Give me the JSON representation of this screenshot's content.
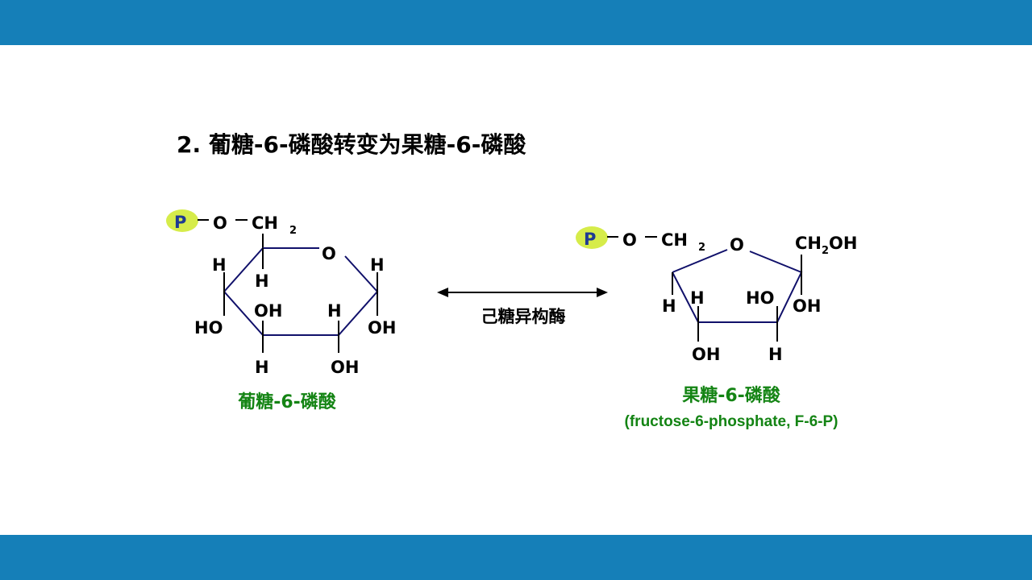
{
  "slide": {
    "title": "2.  葡糖-6-磷酸转变为果糖-6-磷酸",
    "colors": {
      "band": "#157fb8",
      "label_green": "#148414",
      "phosphate_badge": "#d6ec4a",
      "ring_line": "#10106a"
    }
  },
  "glucose": {
    "phosphate": "P",
    "o_link": "O",
    "ch2": "CH",
    "ch2_sub": "2",
    "ring_o": "O",
    "substituents": [
      "H",
      "H",
      "H",
      "HO",
      "OH",
      "H",
      "OH",
      "H",
      "OH"
    ],
    "name": "葡糖-6-磷酸"
  },
  "reaction": {
    "enzyme": "己糖异构酶",
    "arrow": "double-headed-arrow"
  },
  "fructose": {
    "phosphate": "P",
    "o_link": "O",
    "ch2": "CH",
    "ch2_sub": "2",
    "ring_o": "O",
    "c1_ch2": "CH",
    "c1_sub": "2",
    "c1_oh": "OH",
    "substituents": [
      "H",
      "H",
      "HO",
      "OH",
      "OH",
      "H"
    ],
    "name": "果糖-6-磷酸",
    "name_en": "(fructose-6-phosphate, F-6-P)"
  }
}
